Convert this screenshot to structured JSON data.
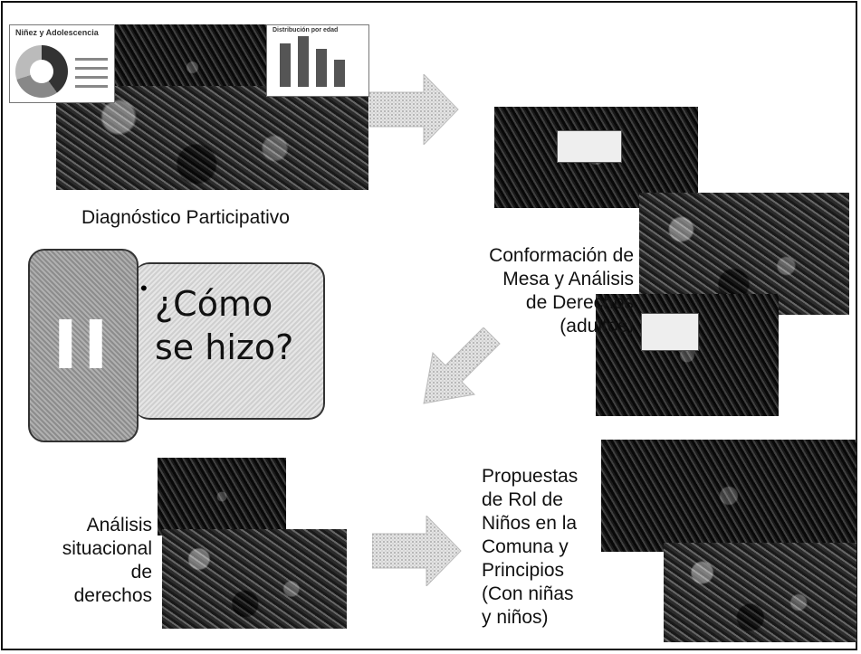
{
  "labels": {
    "diagnostico": "Diagnóstico Participativo",
    "conformacion": "Conformación de\nMesa y Análisis\nde Derechos\n(adultos)",
    "analisis": "Análisis\nsituacional\nde\nderechos",
    "propuestas": "Propuestas\nde Rol de\nNiños en la\nComuna y\nPrincipios\n(Con niñas\ny niños)"
  },
  "card": {
    "roman": "II",
    "bullet": "•",
    "question": "¿Cómo\nse hizo?"
  },
  "inset_charts": {
    "donut_title": "Niñez y Adolescencia",
    "bar_title": "Distribución por edad"
  }
}
